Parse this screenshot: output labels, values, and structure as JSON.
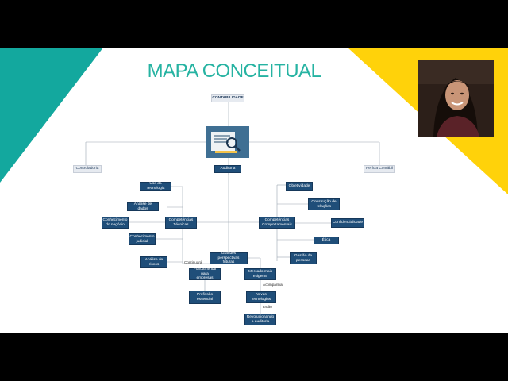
{
  "slide": {
    "title": "MAPA CONCEITUAL",
    "colors": {
      "accent_teal": "#13a89e",
      "accent_yellow": "#ffd20a",
      "node_dark": "#1f4e79",
      "title": "#26b3a2"
    }
  },
  "nodes": {
    "contabilidade": "CONTABILIDADE",
    "controladoria": "Controladoria",
    "auditoria": "Auditoria",
    "pericia": "Perícia Contábil",
    "uso_tecnologia": "Uso da Tecnologia",
    "analise_dados": "Análise de dados",
    "conhecimento_negocio": "Conhecimento\ndo negócio",
    "competencias_tecnicas": "Competências\nTécnicas",
    "conhecimento_judicial": "Conhecimento\njudicial",
    "analise_riscos": "Análise de\nriscos",
    "objetividade": "Objetividade",
    "construcao_relacoes": "Construção de\nrelações",
    "competencias_comportamentais": "Competências\nComportamentais",
    "confidencialidade": "Confidencialidade",
    "etica": "Ética",
    "gestao_pessoas": "Gestão de\npessoas",
    "grandes_perspectivas": "Grandes perspectivas\nfuturas",
    "fundamental_empresas": "Fundamental para\nempresas",
    "profissao_essencial": "Profissão\nessencial",
    "mercado_exigente": "Mercado mais\nexigente",
    "novas_tecnologias": "Novas\ntecnologias",
    "revolucionando": "Revolucionando\na auditoria"
  },
  "edge_labels": {
    "continuara": "Continuará",
    "acompanhar": "Acompanhar",
    "estas": "Estão"
  },
  "icons": {
    "document": "document-magnifier-icon",
    "webcam": "presenter-webcam"
  }
}
